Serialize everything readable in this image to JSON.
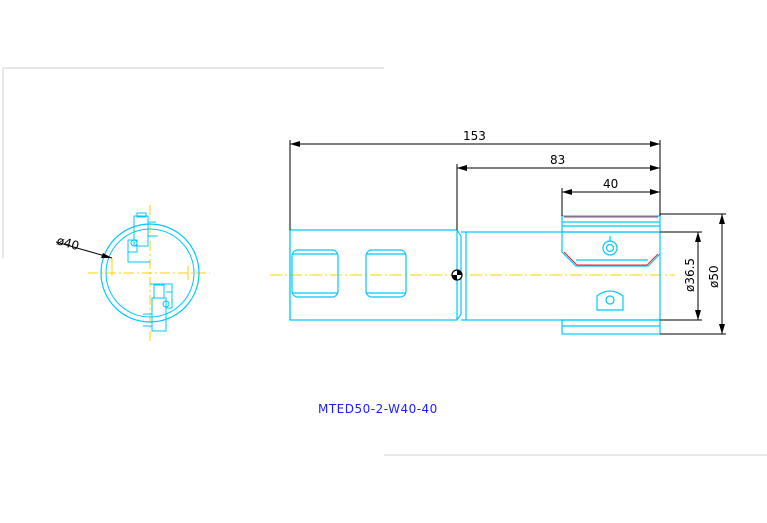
{
  "drawing": {
    "part_number": "MTED50-2-W40-40",
    "dimensions": {
      "overall_length": "153",
      "body_length": "83",
      "insert_width": "40",
      "diameter_inner": "ø36.5",
      "diameter_outer": "ø50",
      "end_view_diameter": "ø40"
    },
    "colors": {
      "outline": "#00c8ff",
      "dimension": "#000000",
      "centerline": "#ffd200",
      "cut_edge": "#ff2020",
      "title": "#1c1cff"
    }
  }
}
